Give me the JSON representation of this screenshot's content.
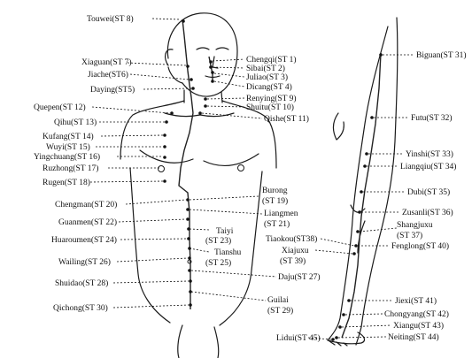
{
  "title": "",
  "points": [
    {
      "id": "touwei",
      "label": "Touwei(ST 8)"
    },
    {
      "id": "xiaguan",
      "label": "Xiaguan(ST 7)"
    },
    {
      "id": "jiache",
      "label": "Jiache(ST6)"
    },
    {
      "id": "daying",
      "label": "Daying(ST5)"
    },
    {
      "id": "quepen",
      "label": "Quepen(ST 12)"
    },
    {
      "id": "qihu",
      "label": "Qihu(ST 13)"
    },
    {
      "id": "kufang",
      "label": "Kufang(ST 14)"
    },
    {
      "id": "wuyi",
      "label": "Wuyi(ST 15)"
    },
    {
      "id": "yingchuang",
      "label": "Yingchuang(ST 16)"
    },
    {
      "id": "ruzhong",
      "label": "Ruzhong(ST 17)"
    },
    {
      "id": "rugen",
      "label": "Rugen(ST 18)"
    },
    {
      "id": "chengman",
      "label": "Chengman(ST 20)"
    },
    {
      "id": "guanmen",
      "label": "Guanmen(ST 22)"
    },
    {
      "id": "huaroumen",
      "label": "Huaroumen(ST 24)"
    },
    {
      "id": "wailing",
      "label": "Wailing(ST 26)"
    },
    {
      "id": "shuidao",
      "label": "Shuidao(ST 28)"
    },
    {
      "id": "qichong",
      "label": "Qichong(ST 30)"
    },
    {
      "id": "chengqi",
      "label": "Chengqi(ST 1)"
    },
    {
      "id": "sibai",
      "label": "Sibai(ST 2)"
    },
    {
      "id": "juliao",
      "label": "Juliao(ST 3)"
    },
    {
      "id": "dicang",
      "label": "Dicang(ST 4)"
    },
    {
      "id": "renying",
      "label": "Renying(ST 9)"
    },
    {
      "id": "shuitu",
      "label": "Shuitu(ST 10)"
    },
    {
      "id": "qishe",
      "label": "Qishe(ST 11)"
    },
    {
      "id": "burong",
      "label": "Burong"
    },
    {
      "id": "burong_code",
      "label": "(ST 19)"
    },
    {
      "id": "liangmen",
      "label": "Liangmen"
    },
    {
      "id": "liangmen_code",
      "label": "(ST 21)"
    },
    {
      "id": "taiyi",
      "label": "Taiyi"
    },
    {
      "id": "taiyi_code",
      "label": "(ST 23)"
    },
    {
      "id": "tianshu",
      "label": "Tianshu"
    },
    {
      "id": "tianshu_code",
      "label": "(ST 25)"
    },
    {
      "id": "daju",
      "label": "Daju(ST 27)"
    },
    {
      "id": "guilai",
      "label": "Guilai"
    },
    {
      "id": "guilai_code",
      "label": "(ST 29)"
    },
    {
      "id": "biguan",
      "label": "Biguan(ST 31)"
    },
    {
      "id": "futu",
      "label": "Futu(ST 32)"
    },
    {
      "id": "yinshi",
      "label": "Yinshi(ST 33)"
    },
    {
      "id": "liangqiu",
      "label": "Liangqiu(ST 34)"
    },
    {
      "id": "dubi",
      "label": "Dubi(ST 35)"
    },
    {
      "id": "zusanli",
      "label": "Zusanli(ST 36)"
    },
    {
      "id": "shangjuxu",
      "label": "Shangjuxu"
    },
    {
      "id": "shangjuxu_code",
      "label": "(ST 37)"
    },
    {
      "id": "fenglong",
      "label": "Fenglong(ST 40)"
    },
    {
      "id": "tiaokou",
      "label": "Tiaokou(ST38)"
    },
    {
      "id": "xiajuxu",
      "label": "Xiajuxu"
    },
    {
      "id": "xiajuxu_code",
      "label": "(ST 39)"
    },
    {
      "id": "jiexi",
      "label": "Jiexi(ST 41)"
    },
    {
      "id": "chongyang",
      "label": "Chongyang(ST 42)"
    },
    {
      "id": "xiangu",
      "label": "Xiangu(ST 43)"
    },
    {
      "id": "neiting",
      "label": "Neiting(ST 44)"
    },
    {
      "id": "lidui",
      "label": "Lidui(ST 45)"
    }
  ]
}
